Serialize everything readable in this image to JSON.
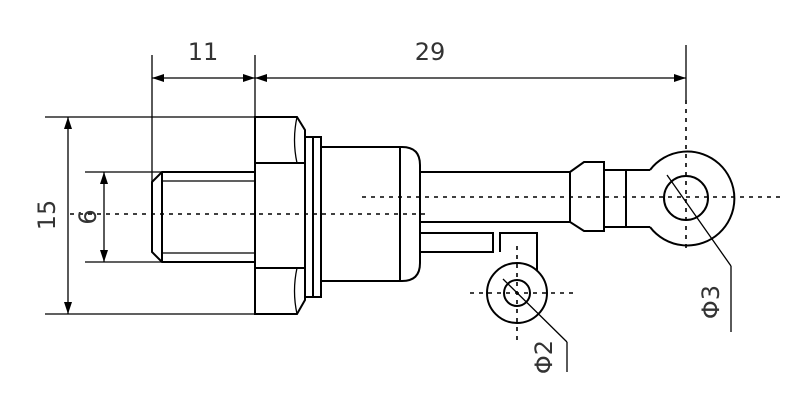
{
  "dimensions": {
    "thread_length": "11",
    "body_length": "29",
    "overall_height": "15",
    "thread_diameter": "6",
    "main_lug_hole": "Φ3",
    "gate_lug_hole": "Φ2"
  },
  "colors": {
    "line": "#000000",
    "text": "#333333",
    "background": "#ffffff"
  }
}
